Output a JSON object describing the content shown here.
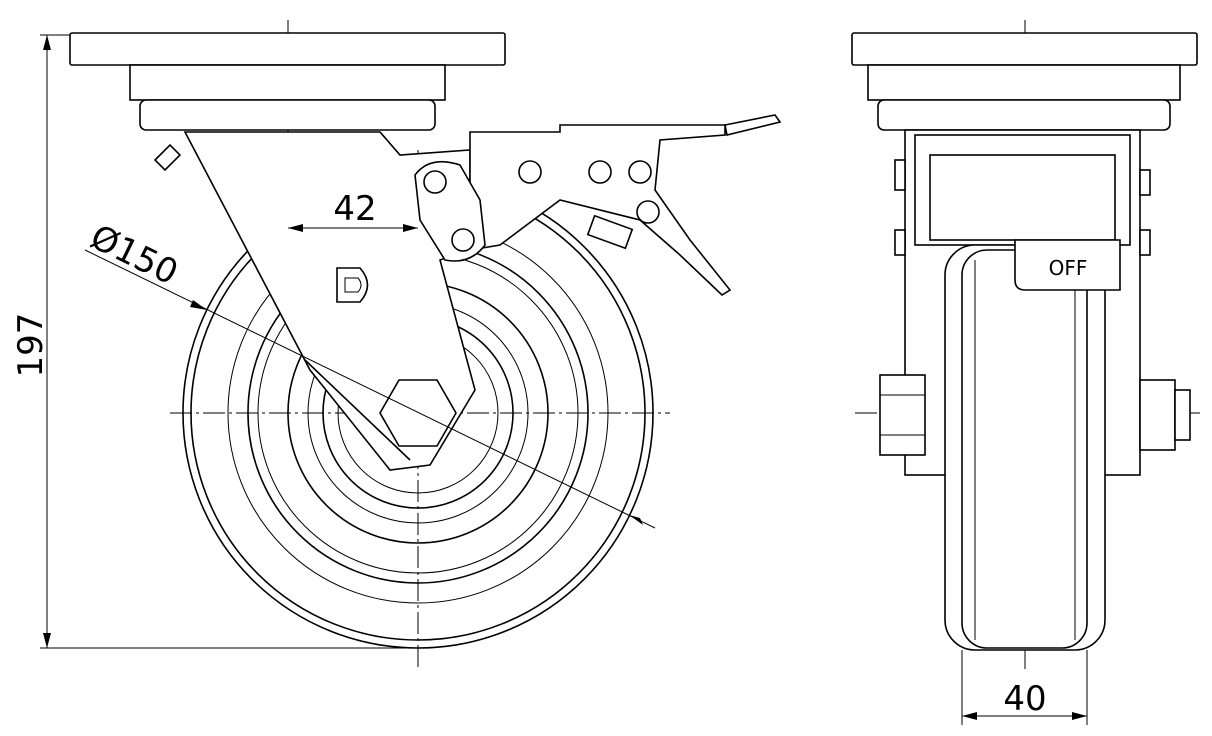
{
  "drawing": {
    "logo_text": "D",
    "left_view": {
      "height_dim": "197",
      "offset_dim": "42",
      "diameter_dim": "Ø150"
    },
    "right_view": {
      "brake_label": "OFF",
      "width_dim": "40"
    }
  }
}
